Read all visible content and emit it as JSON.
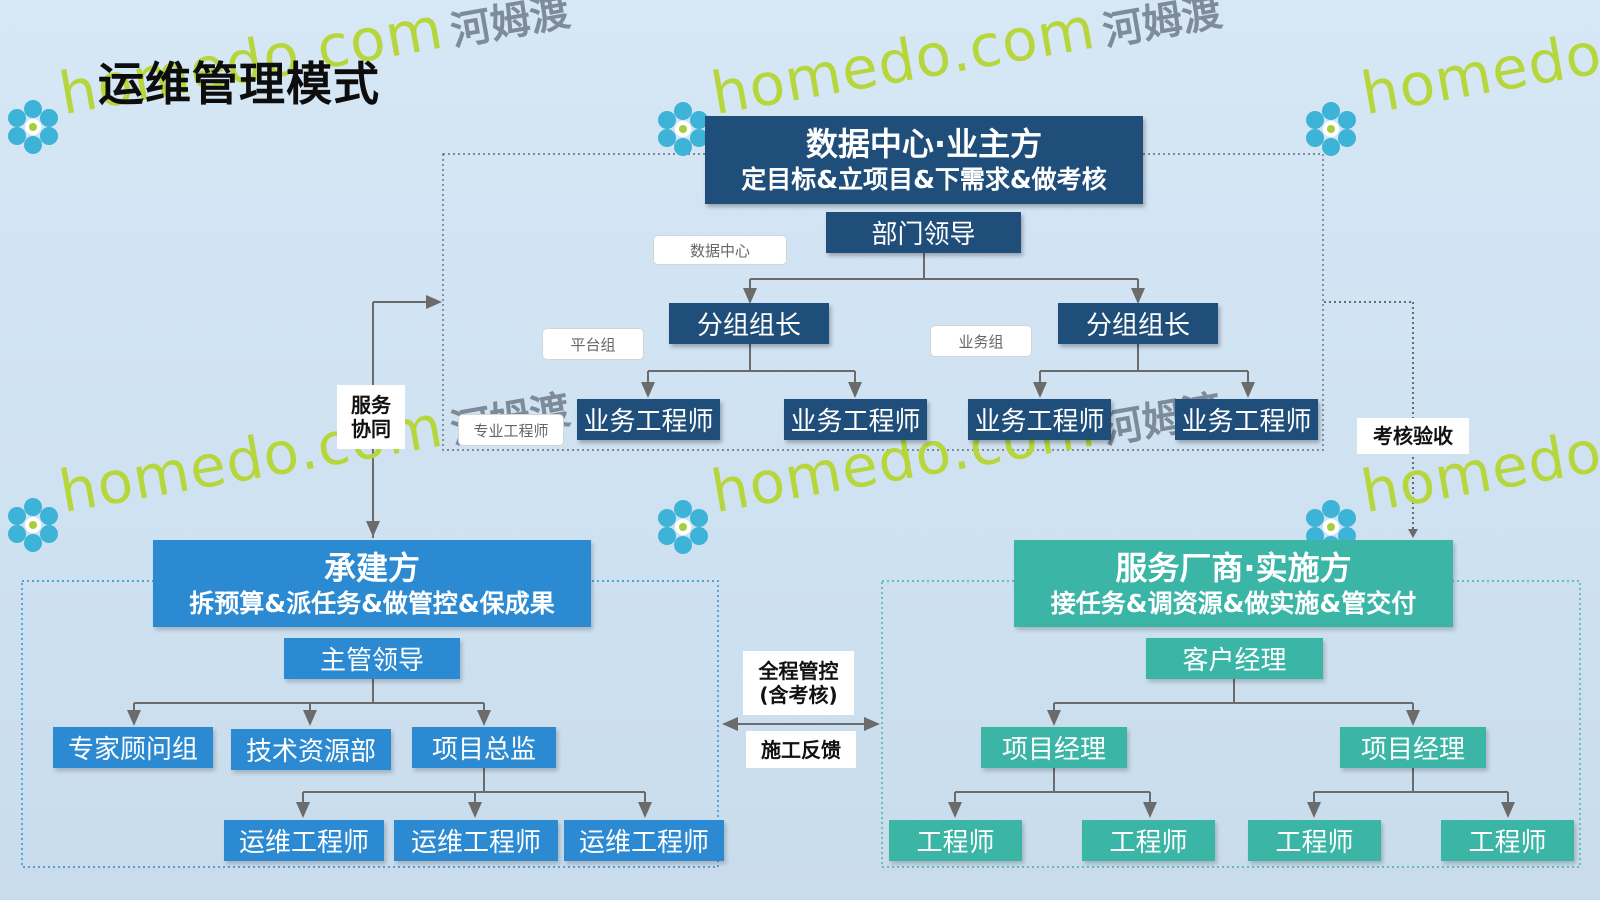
{
  "title": "运维管理模式",
  "watermark": {
    "en": "homedo.com",
    "cn": "河姆渡"
  },
  "owner": {
    "title": "数据中心·业主方",
    "subtitle": "定目标&立项目&下需求&做考核",
    "head": "部门领导",
    "head_callout": "数据中心",
    "groups": [
      {
        "leader": "分组组长",
        "callout": "平台组",
        "members": [
          "业务工程师",
          "业务工程师"
        ]
      },
      {
        "leader": "分组组长",
        "callout": "业务组",
        "members": [
          "业务工程师",
          "业务工程师"
        ]
      }
    ],
    "member_callout": "专业工程师"
  },
  "contractor": {
    "title": "承建方",
    "subtitle": "拆预算&派任务&做管控&保成果",
    "head": "主管领导",
    "units": [
      "专家顾问组",
      "技术资源部",
      "项目总监"
    ],
    "engineers": [
      "运维工程师",
      "运维工程师",
      "运维工程师"
    ]
  },
  "vendor": {
    "title": "服务厂商·实施方",
    "subtitle": "接任务&调资源&做实施&管交付",
    "head": "客户经理",
    "managers": [
      "项目经理",
      "项目经理"
    ],
    "engineers": [
      "工程师",
      "工程师",
      "工程师",
      "工程师"
    ]
  },
  "relations": {
    "coop": [
      "服务",
      "协同"
    ],
    "accept": "考核验收",
    "control": [
      "全程管控",
      "(含考核)"
    ],
    "feedback": "施工反馈"
  },
  "colors": {
    "dark": "#1f4e7b",
    "blue": "#2b8ad1",
    "teal": "#3bb6a6",
    "connector": "#6b6b6b"
  }
}
